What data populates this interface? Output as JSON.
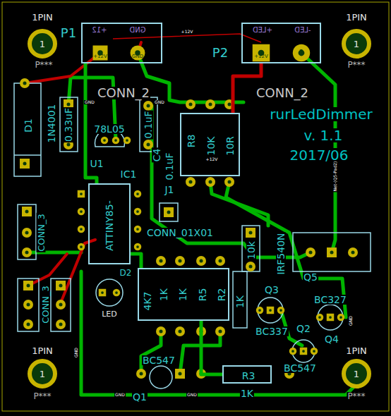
{
  "diagram": {
    "nodes": [
      {
        "text": [
          "+12",
          "GND"
        ]
      },
      {
        "text": [
          "+LED",
          "-LED"
        ]
      },
      {
        "text": [
          "ATTINY85-"
        ]
      },
      {
        "text": [
          "R8",
          "10K",
          "10R"
        ]
      },
      {
        "text": [
          "4K7",
          "1K",
          "1K",
          "R5",
          "R2"
        ]
      },
      {
        "text": [
          "R3"
        ]
      }
    ],
    "edges": [
      {
        "from": 0,
        "to": 2,
        "arrow": "none"
      },
      {
        "from": 1,
        "to": 3,
        "arrow": "none"
      },
      {
        "from": 2,
        "to": 4,
        "arrow": "none"
      },
      {
        "from": 4,
        "to": 5,
        "arrow": "none"
      }
    ],
    "labels": [
      "1PIN",
      "1",
      "P***",
      "1PIN",
      "1",
      "P***",
      "1PIN",
      "1",
      "P***",
      "1PIN",
      "1",
      "P***",
      "P1",
      "+12V",
      "GND",
      "CONN_2",
      "P2",
      "+12V",
      "2",
      "CONN_2",
      "rurLedDimmer",
      "v. 1.1",
      "2017/06",
      "D1",
      "1N4001",
      "0.33uF",
      "78L05",
      "U1",
      "0.1uF",
      "C4",
      "0.1uF",
      "J1",
      "CONN_01X01",
      "IC1",
      "D2",
      "LED",
      "1K",
      "10k",
      "IRF540N",
      "Q5",
      "Q3",
      "BC327",
      "BC337",
      "Q2",
      "Q4",
      "BC547",
      "BC547",
      "1K",
      "Q1",
      "CONN_3",
      "CONN_3",
      "+12V",
      "GND",
      "GND",
      "+12V",
      "GND",
      "GND",
      "GND",
      "GND",
      "Net-(Q5-Pad2)"
    ]
  }
}
